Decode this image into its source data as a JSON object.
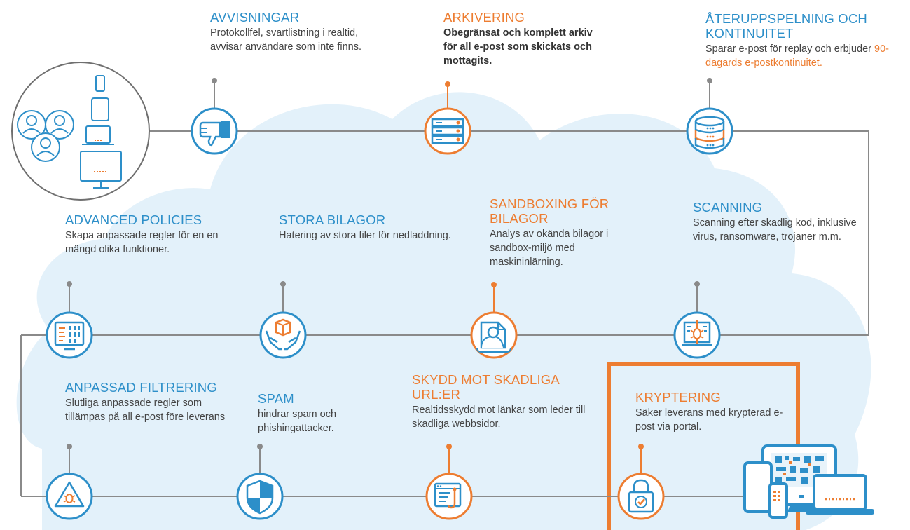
{
  "colors": {
    "blue": "#2d8fc9",
    "orange": "#ed7d31",
    "cloud": "#e3f1fa",
    "line": "#8a8a8a",
    "highlight_box": "#ed7d31"
  },
  "features": {
    "avvisningar": {
      "title": "AVVISNINGAR",
      "desc": "Protokollfel, svartlistning i realtid, avvisar användare som inte finns.",
      "icon": "thumbs-down-icon"
    },
    "arkivering": {
      "title": "ARKIVERING",
      "desc": "Obegränsat och komplett arkiv för all e-post som skickats och mottagits.",
      "icon": "server-rack-icon"
    },
    "replay": {
      "title": "ÅTERUPPSPELNING OCH KONTINUITET",
      "desc": "Sparar e-post för replay och erbjuder",
      "desc_highlight": "90-dagards e-postkontinuitet.",
      "icon": "database-icon"
    },
    "advanced": {
      "title": "ADVANCED POLICIES",
      "desc": "Skapa anpassade regler för en en mängd olika funktioner.",
      "icon": "code-screen-icon"
    },
    "bilagor": {
      "title": "STORA BILAGOR",
      "desc": "Hatering av stora filer för nedladdning.",
      "icon": "package-hands-icon"
    },
    "sandboxing": {
      "title": "SANDBOXING FÖR BILAGOR",
      "desc": "Analys av okända bilagor i sandbox-miljö med maskininlärning.",
      "icon": "sandbox-bomb-icon"
    },
    "scanning": {
      "title": "SCANNING",
      "desc": "Scanning efter skadlig kod, inklusive virus, ransomware, trojaner m.m.",
      "icon": "scan-bug-icon"
    },
    "filtrering": {
      "title": "ANPASSAD FILTRERING",
      "desc": "Slutliga anpassade regler som tillämpas på all e-post före leverans",
      "icon": "warning-bug-icon"
    },
    "spam": {
      "title": "SPAM",
      "desc": "hindrar spam och phishingattacker.",
      "icon": "shield-icon"
    },
    "url": {
      "title": "SKYDD MOT SKADLIGA URL:ER",
      "desc": "Realtidsskydd mot länkar som leder till skadliga webbsidor.",
      "icon": "phishing-hook-icon"
    },
    "kryptering": {
      "title": "KRYPTERING",
      "desc": "Säker leverans med krypterad e-post via portal.",
      "icon": "padlock-icon"
    }
  },
  "endpoints": {
    "start": "users-devices-icon",
    "end": "devices-qr-icon"
  }
}
